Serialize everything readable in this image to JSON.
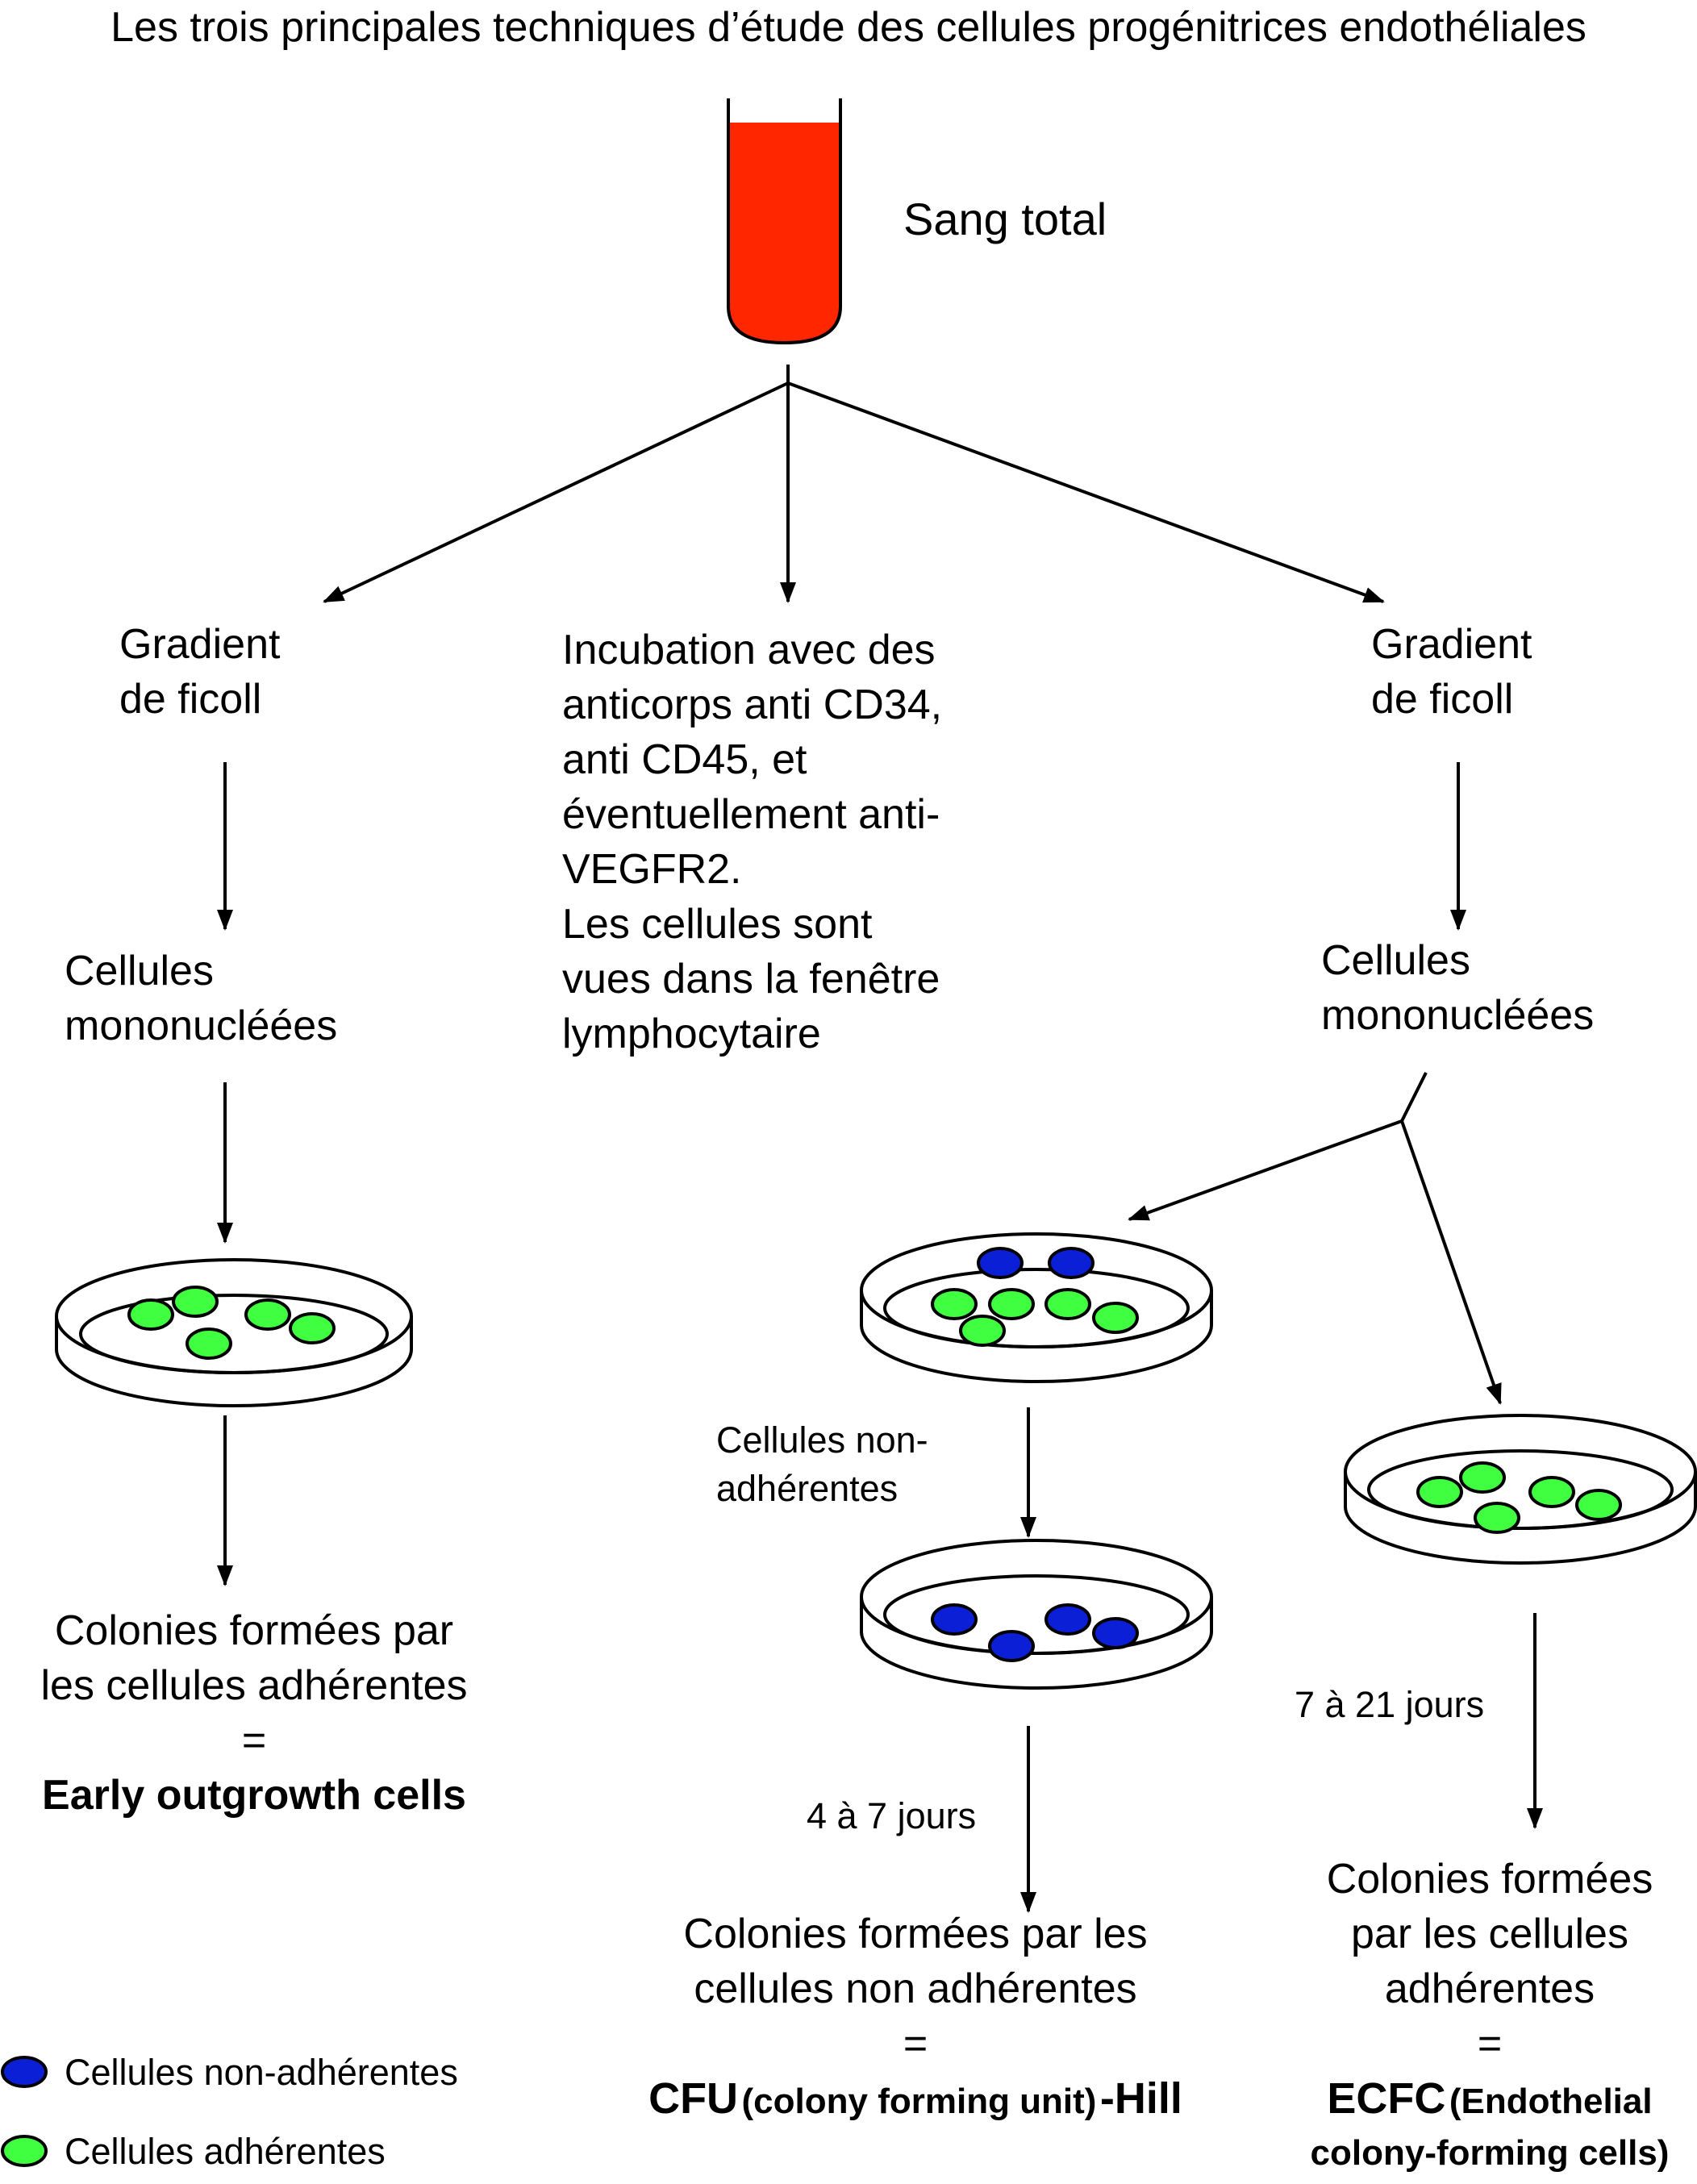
{
  "title": "Les trois principales techniques d’étude des cellules progénitrices endothéliales",
  "source": {
    "label": "Sang total"
  },
  "colors": {
    "blood": "#ff2600",
    "adherent_cell": "#40ff40",
    "non_adherent_cell": "#0a1fd6",
    "line": "#000000"
  },
  "left_branch": {
    "step1": [
      "Gradient",
      "de ficoll"
    ],
    "step2": [
      "Cellules",
      "mononucléées"
    ],
    "result": {
      "line1": "Colonies formées par",
      "line2": "les cellules adhérentes",
      "equals": "=",
      "name": "Early outgrowth cells"
    }
  },
  "center_branch": {
    "lines": [
      "Incubation avec des",
      "anticorps anti CD34,",
      "anti CD45, et",
      "éventuellement anti-",
      "VEGFR2.",
      "Les cellules sont",
      "vues dans la fenêtre",
      "lymphocytaire"
    ]
  },
  "right_branch": {
    "step1": [
      "Gradient",
      "de ficoll"
    ],
    "step2": [
      "Cellules",
      "mononucléées"
    ],
    "transfer_label": [
      "Cellules non-",
      "adhérentes"
    ],
    "cfu_duration": "4 à 7 jours",
    "cfu_result": {
      "line1": "Colonies formées par les",
      "line2": "cellules non adhérentes",
      "equals": "=",
      "name_bold": "CFU",
      "name_paren": "(colony forming unit)",
      "name_suffix": "-Hill"
    },
    "ecfc_duration": "7 à 21 jours",
    "ecfc_result": {
      "line1": "Colonies formées",
      "line2": "par les cellules",
      "line3": "adhérentes",
      "equals": "=",
      "name_bold": "ECFC",
      "name_paren1": "(Endothelial",
      "name_paren2": "colony-forming cells)"
    }
  },
  "legend": [
    {
      "label": "Cellules non-adhérentes",
      "kind": "non_adherent"
    },
    {
      "label": "Cellules adhérentes",
      "kind": "adherent"
    }
  ]
}
